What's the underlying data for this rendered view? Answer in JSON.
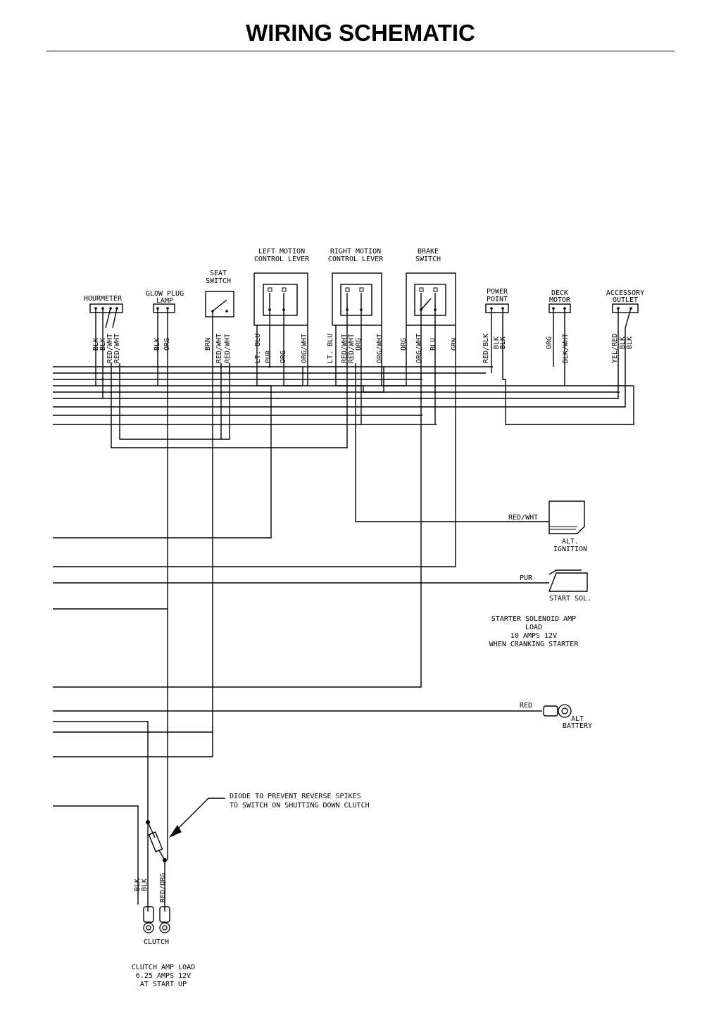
{
  "title": "WIRING SCHEMATIC",
  "components": {
    "hourmeter": {
      "label": "HOURMETER",
      "wires": [
        "BLK",
        "BLK",
        "RED/WHT",
        "RED/WHT"
      ]
    },
    "glow_plug_lamp": {
      "label_line1": "GLOW PLUG",
      "label_line2": "LAMP",
      "wires": [
        "BLK",
        "ORG"
      ]
    },
    "seat_switch": {
      "label_line1": "SEAT",
      "label_line2": "SWITCH",
      "wires": [
        "BRN",
        "RED/WHT",
        "RED/WHT"
      ]
    },
    "left_motion_control_lever": {
      "label_line1": "LEFT MOTION",
      "label_line2": "CONTROL LEVER",
      "wires": [
        "LT. BLU",
        "PUR",
        "ORG",
        "ORG/WHT"
      ]
    },
    "right_motion_control_lever": {
      "label_line1": "RIGHT MOTION",
      "label_line2": "CONTROL LEVER",
      "wires": [
        "LT. BLU",
        "RED/WHT",
        "RED/WHT",
        "ORG",
        "ORG/WHT"
      ]
    },
    "brake_switch": {
      "label_line1": "BRAKE",
      "label_line2": "SWITCH",
      "wires": [
        "ORG",
        "ORG/WHT",
        "BLU",
        "GRN"
      ]
    },
    "power_point": {
      "label_line1": "POWER",
      "label_line2": "POINT",
      "wires": [
        "RED/BLK",
        "BLK",
        "BLK"
      ]
    },
    "deck_motor": {
      "label_line1": "DECK",
      "label_line2": "MOTOR",
      "wires": [
        "ORG",
        "BLK/WHT"
      ]
    },
    "accessory_outlet": {
      "label_line1": "ACCESSORY",
      "label_line2": "OUTLET",
      "wires": [
        "YEL/RED",
        "BLK",
        "BLK"
      ]
    },
    "alt_ignition": {
      "wire": "RED/WHT",
      "label_line1": "ALT.",
      "label_line2": "IGNITION"
    },
    "start_sol": {
      "wire": "PUR",
      "label": "START SOL."
    },
    "starter_note": {
      "line1": "STARTER SOLENOID AMP",
      "line2": "LOAD",
      "line3": "10 AMPS 12V",
      "line4": "WHEN CRANKING STARTER"
    },
    "alt_battery": {
      "wire": "RED",
      "label_line1": "ALT",
      "label_line2": "BATTERY"
    },
    "diode_note": {
      "line1": "DIODE TO PREVENT REVERSE SPIKES",
      "line2": "TO SWITCH ON SHUTTING DOWN CLUTCH"
    },
    "clutch": {
      "wires": [
        "BLK",
        "BLK",
        "RED/ORG"
      ],
      "label": "CLUTCH"
    },
    "clutch_note": {
      "line1": "CLUTCH AMP LOAD",
      "line2": "6.25 AMPS 12V",
      "line3": "AT START UP"
    }
  }
}
